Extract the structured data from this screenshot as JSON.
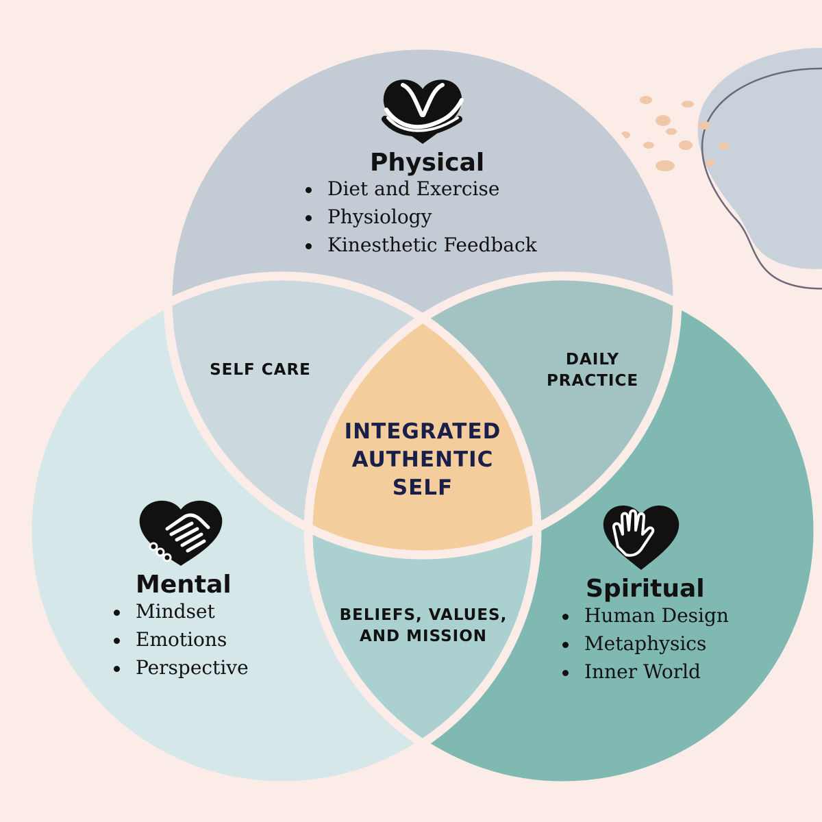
{
  "physical": {
    "title": "Physical",
    "items": [
      "Diet and Exercise",
      "Physiology",
      "Kinesthetic Feedback"
    ],
    "icon": "heart-hug-icon"
  },
  "mental": {
    "title": "Mental",
    "items": [
      "Mindset",
      "Emotions",
      "Perspective"
    ],
    "icon": "heart-handshake-icon"
  },
  "spiritual": {
    "title": "Spiritual",
    "items": [
      "Human Design",
      "Metaphysics",
      "Inner World"
    ],
    "icon": "heart-hand-icon"
  },
  "overlaps": {
    "physical_mental": "SELF CARE",
    "physical_spiritual_line1": "DAILY",
    "physical_spiritual_line2": "PRACTICE",
    "mental_spiritual_line1": "BELIEFS, VALUES,",
    "mental_spiritual_line2": "AND MISSION"
  },
  "center": {
    "line1": "INTEGRATED",
    "line2": "AUTHENTIC",
    "line3": "SELF"
  },
  "colors": {
    "background": "#fcece8",
    "physical": "#c3ccd4",
    "mental": "#d5e7e8",
    "spiritual": "#7fb9b2",
    "physical_mental": "#cbd9de",
    "physical_spiritual": "#a3c3c3",
    "mental_spiritual": "#aad0d0",
    "center": "#f3cd9b",
    "outline": "#fcece8",
    "text": "#111111",
    "center_text": "#1a1f4a"
  }
}
